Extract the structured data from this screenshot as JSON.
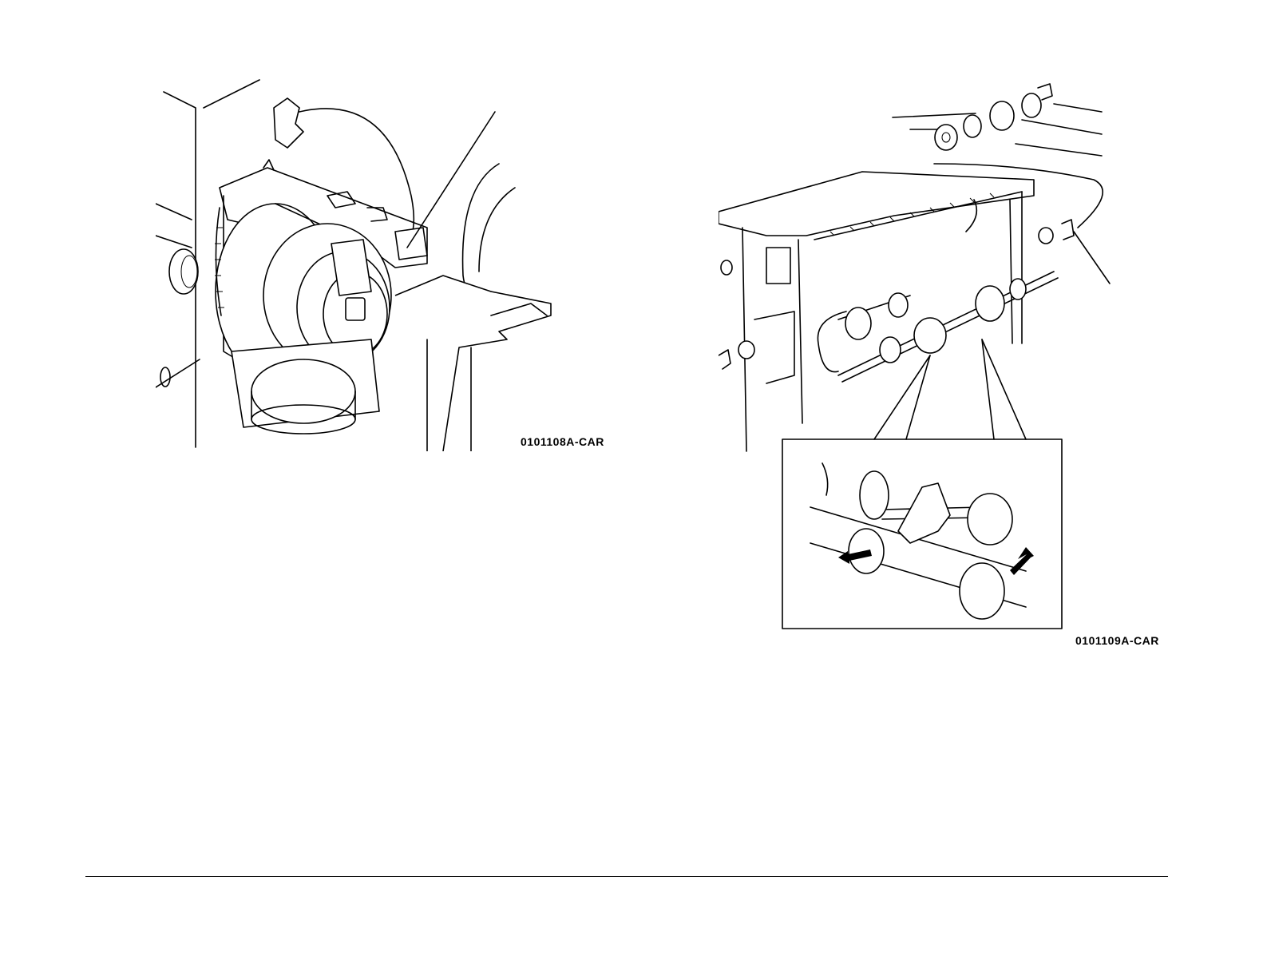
{
  "figures": [
    {
      "id_label": "0101108A-CAR",
      "subject": "motor-assembly-illustration"
    },
    {
      "id_label": "0101109A-CAR",
      "subject": "roller-shaft-assembly-illustration"
    }
  ]
}
